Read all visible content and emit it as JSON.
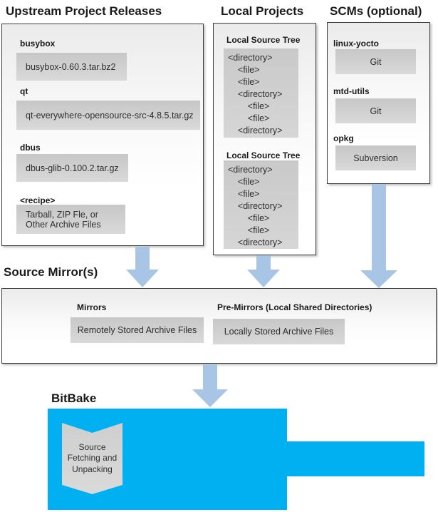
{
  "upstream": {
    "title": "Upstream Project Releases",
    "items": [
      {
        "label": "busybox",
        "value": "busybox-0.60.3.tar.bz2"
      },
      {
        "label": "qt",
        "value": "qt-everywhere-opensource-src-4.8.5.tar.gz"
      },
      {
        "label": "dbus",
        "value": "dbus-glib-0.100.2.tar.gz"
      },
      {
        "label": "<recipe>",
        "value_lines": [
          "Tarball, ZIP Fle, or",
          "Other Archive Files"
        ]
      }
    ]
  },
  "local_projects": {
    "title": "Local Projects",
    "trees": [
      {
        "label": "Local Source Tree",
        "lines": [
          "<directory>",
          "    <file>",
          "    <file>",
          "    <directory>",
          "        <file>",
          "        <file>",
          "    <directory>"
        ]
      },
      {
        "label": "Local Source Tree",
        "lines": [
          "<directory>",
          "    <file>",
          "    <file>",
          "    <directory>",
          "        <file>",
          "        <file>",
          "    <directory>"
        ]
      }
    ]
  },
  "scms": {
    "title": "SCMs (optional)",
    "items": [
      {
        "label": "linux-yocto",
        "value": "Git"
      },
      {
        "label": "mtd-utils",
        "value": "Git"
      },
      {
        "label": "opkg",
        "value": "Subversion"
      }
    ]
  },
  "source_mirrors": {
    "title": "Source Mirror(s)",
    "mirrors_label": "Mirrors",
    "mirrors_value": "Remotely Stored Archive Files",
    "premirrors_label": "Pre-Mirrors (Local Shared Directories)",
    "premirrors_value": "Locally Stored Archive Files"
  },
  "bitbake": {
    "title": "BitBake",
    "task_lines": [
      "Source",
      "Fetching and",
      "Unpacking"
    ]
  },
  "colors": {
    "cyan": "#00b0f0",
    "arrow": "#a9c5e6"
  }
}
